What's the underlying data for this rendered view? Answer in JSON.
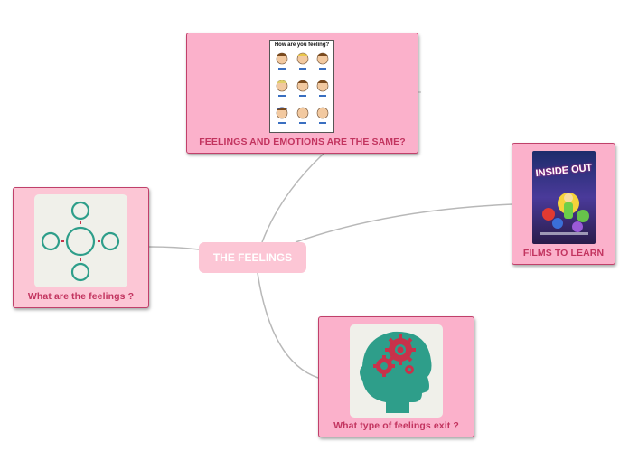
{
  "central_topic": "THE FEELINGS",
  "topics": [
    {
      "label": "FEELINGS AND EMOTIONS ARE THE SAME?",
      "image": "feelings-faces-chart",
      "image_title": "How are you feeling?"
    },
    {
      "label": "FILMS TO LEARN",
      "image": "inside-out-poster",
      "image_title": "INSIDE OUT"
    },
    {
      "label": "What are the feelings ?",
      "image": "mindmap-icon"
    },
    {
      "label": "What type of feelings exit ?",
      "image": "head-gears-icon"
    }
  ],
  "colors": {
    "card": "#fbb1cb",
    "card_light": "#fcc6d5",
    "border": "#c0406a",
    "label": "#c2345f",
    "central_fill": "#fcc6d5",
    "connector": "#b8b8b8",
    "icon_teal": "#2e9e8a",
    "gear_red": "#c8324a"
  }
}
